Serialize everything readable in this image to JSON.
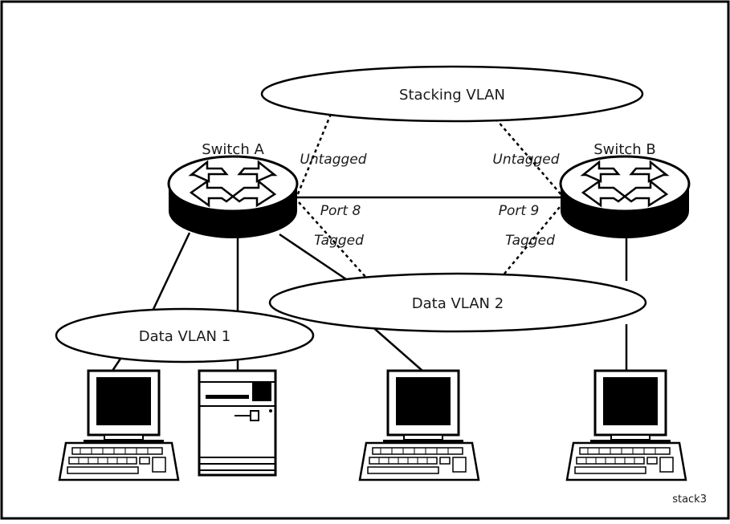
{
  "vlans": {
    "stacking": "Stacking VLAN",
    "data1": "Data VLAN 1",
    "data2": "Data VLAN 2"
  },
  "switches": {
    "a": "Switch A",
    "b": "Switch B"
  },
  "links": {
    "untagged_left": "Untagged",
    "untagged_right": "Untagged",
    "tagged_left": "Tagged",
    "tagged_right": "Tagged",
    "port_a": "Port 8",
    "port_b": "Port 9"
  },
  "figure_id": "stack3",
  "icons": [
    "switch-icon",
    "workstation-icon",
    "tower-server-icon",
    "keyboard-icon"
  ]
}
